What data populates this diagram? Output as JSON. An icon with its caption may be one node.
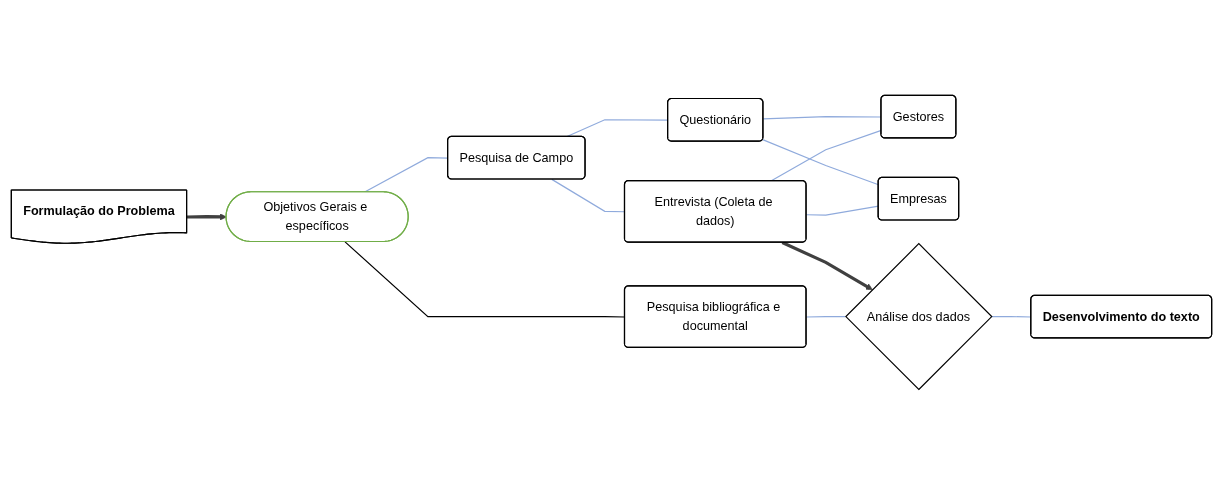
{
  "diagram": {
    "nodes": [
      {
        "text": [
          "Formulação do Problema"
        ]
      },
      {
        "text": [
          "Objetivos Gerais e específicos"
        ]
      },
      {
        "text": [
          "Pesquisa de Campo"
        ]
      },
      {
        "text": [
          "Questionário"
        ]
      },
      {
        "text": [
          "Entrevista (Coleta de dados)"
        ]
      },
      {
        "text": [
          "Gestores"
        ]
      },
      {
        "text": [
          "Empresas"
        ]
      },
      {
        "text": [
          "Pesquisa bibliográfica e documental"
        ]
      },
      {
        "text": [
          "Análise dos dados"
        ]
      },
      {
        "text": [
          "Desenvolvimento do texto"
        ]
      }
    ],
    "edges": [
      {
        "from": 0,
        "to": 1,
        "arrow": "to",
        "style": "thick",
        "color": "#404040"
      },
      {
        "from": 1,
        "to": 2,
        "arrow": "none"
      },
      {
        "from": 1,
        "to": 7,
        "arrow": "none",
        "color": "#000000"
      },
      {
        "from": 2,
        "to": 3,
        "arrow": "none"
      },
      {
        "from": 2,
        "to": 4,
        "arrow": "none"
      },
      {
        "from": 3,
        "to": 5,
        "arrow": "none"
      },
      {
        "from": 3,
        "to": 6,
        "arrow": "none"
      },
      {
        "from": 4,
        "to": 5,
        "arrow": "none"
      },
      {
        "from": 4,
        "to": 6,
        "arrow": "none"
      },
      {
        "from": 4,
        "to": 8,
        "arrow": "to",
        "style": "thick",
        "color": "#404040"
      },
      {
        "from": 7,
        "to": 8,
        "arrow": "none"
      },
      {
        "from": 8,
        "to": 9,
        "arrow": "none"
      }
    ]
  }
}
